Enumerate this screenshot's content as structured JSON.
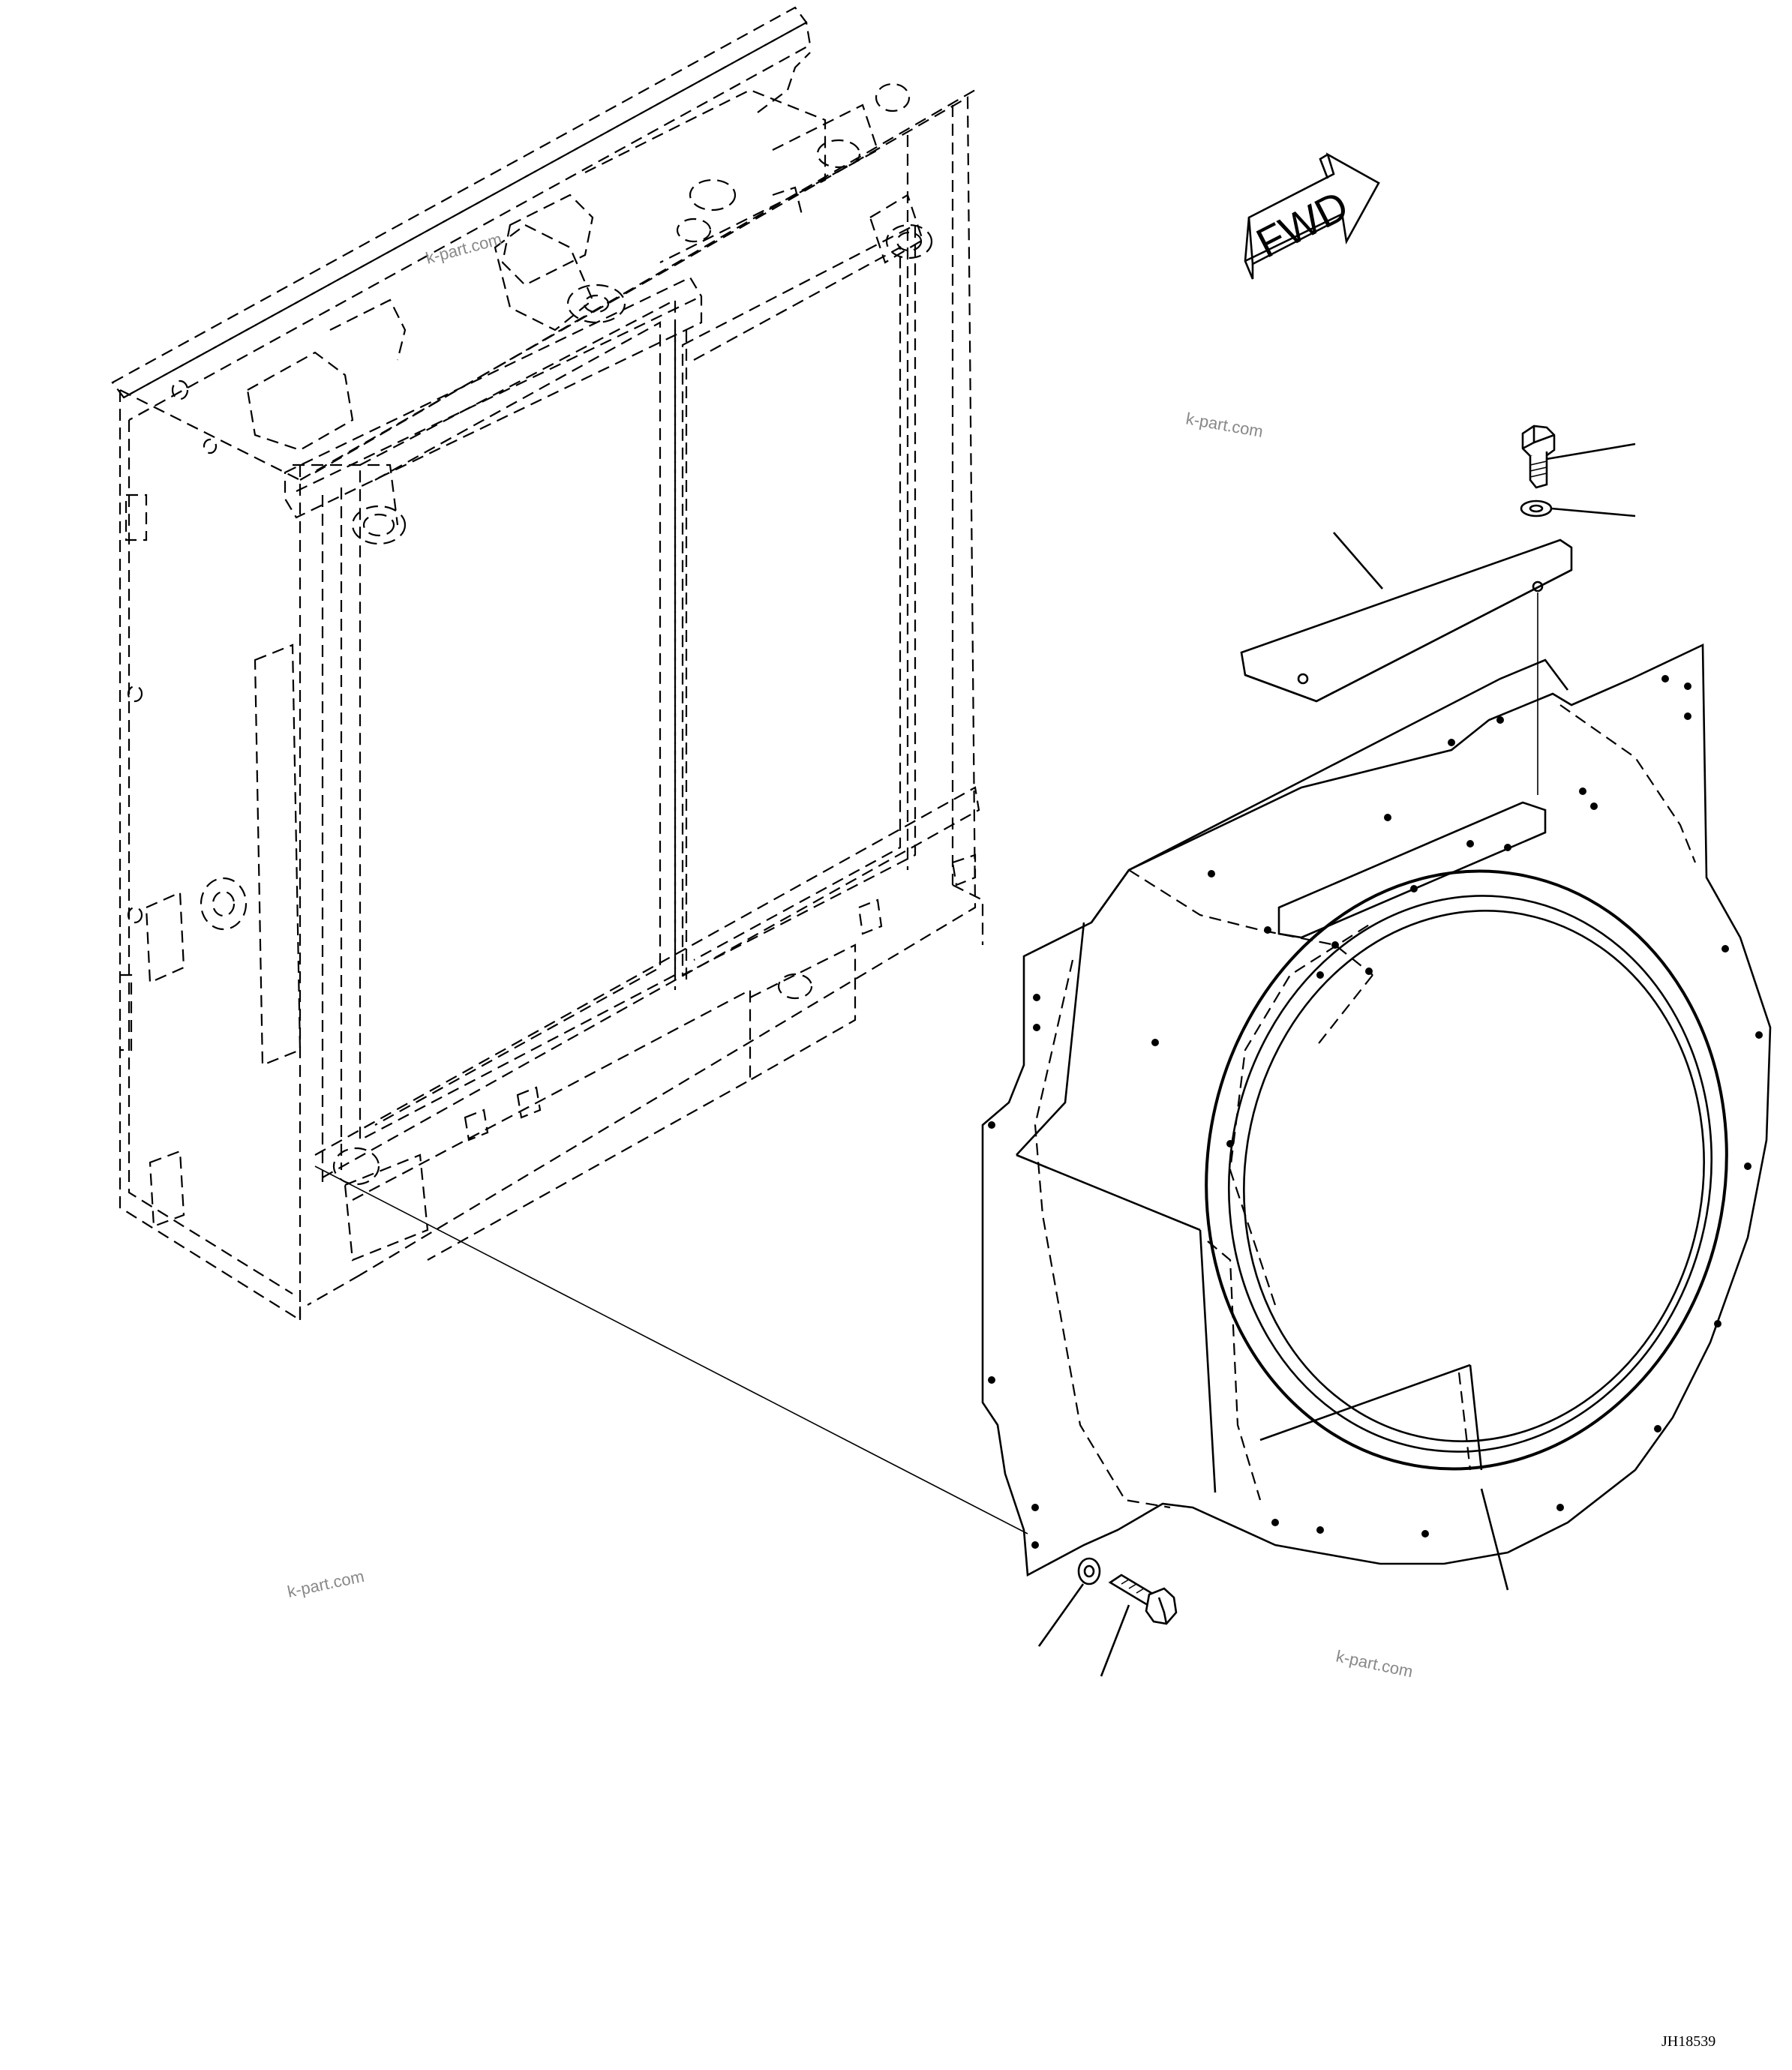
{
  "direction_arrow": {
    "label": "FWD"
  },
  "watermarks": [
    "k-part.com",
    "k-part.com",
    "k-part.com",
    "k-part.com"
  ],
  "drawing_code": "JH18539",
  "colors": {
    "line": "#000000",
    "background": "#ffffff",
    "watermark": "#888888"
  }
}
